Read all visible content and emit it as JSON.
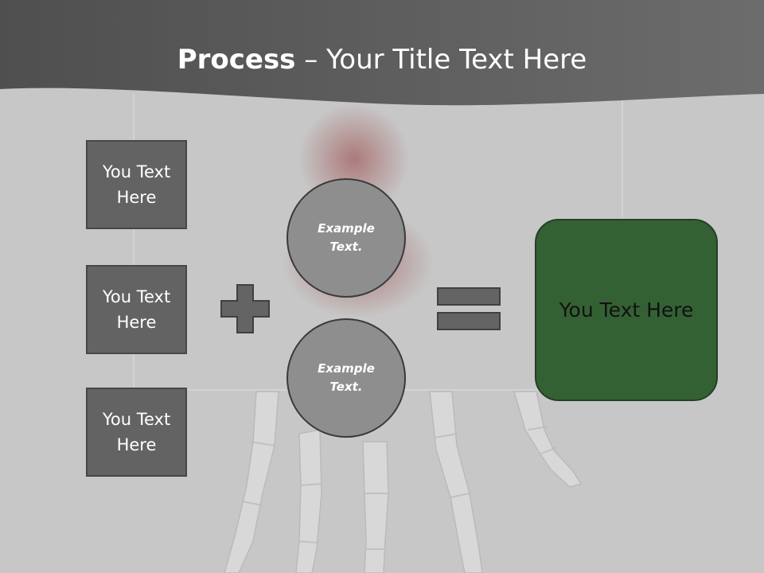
{
  "title": {
    "strong": "Process",
    "rest": " – Your Title Text Here"
  },
  "left_boxes": [
    {
      "label": "You Text Here"
    },
    {
      "label": "You Text Here"
    },
    {
      "label": "You Text Here"
    }
  ],
  "circles": [
    {
      "label": "Example Text."
    },
    {
      "label": "Example Text."
    }
  ],
  "result": {
    "label": "You Text Here"
  },
  "symbols": {
    "plus": "plus-icon",
    "equals": "equals-icon"
  },
  "colors": {
    "header": "#5c5c5c",
    "box": "#636363",
    "circle": "#8e8e8e",
    "result": "#346134",
    "symbol": "#646464"
  }
}
